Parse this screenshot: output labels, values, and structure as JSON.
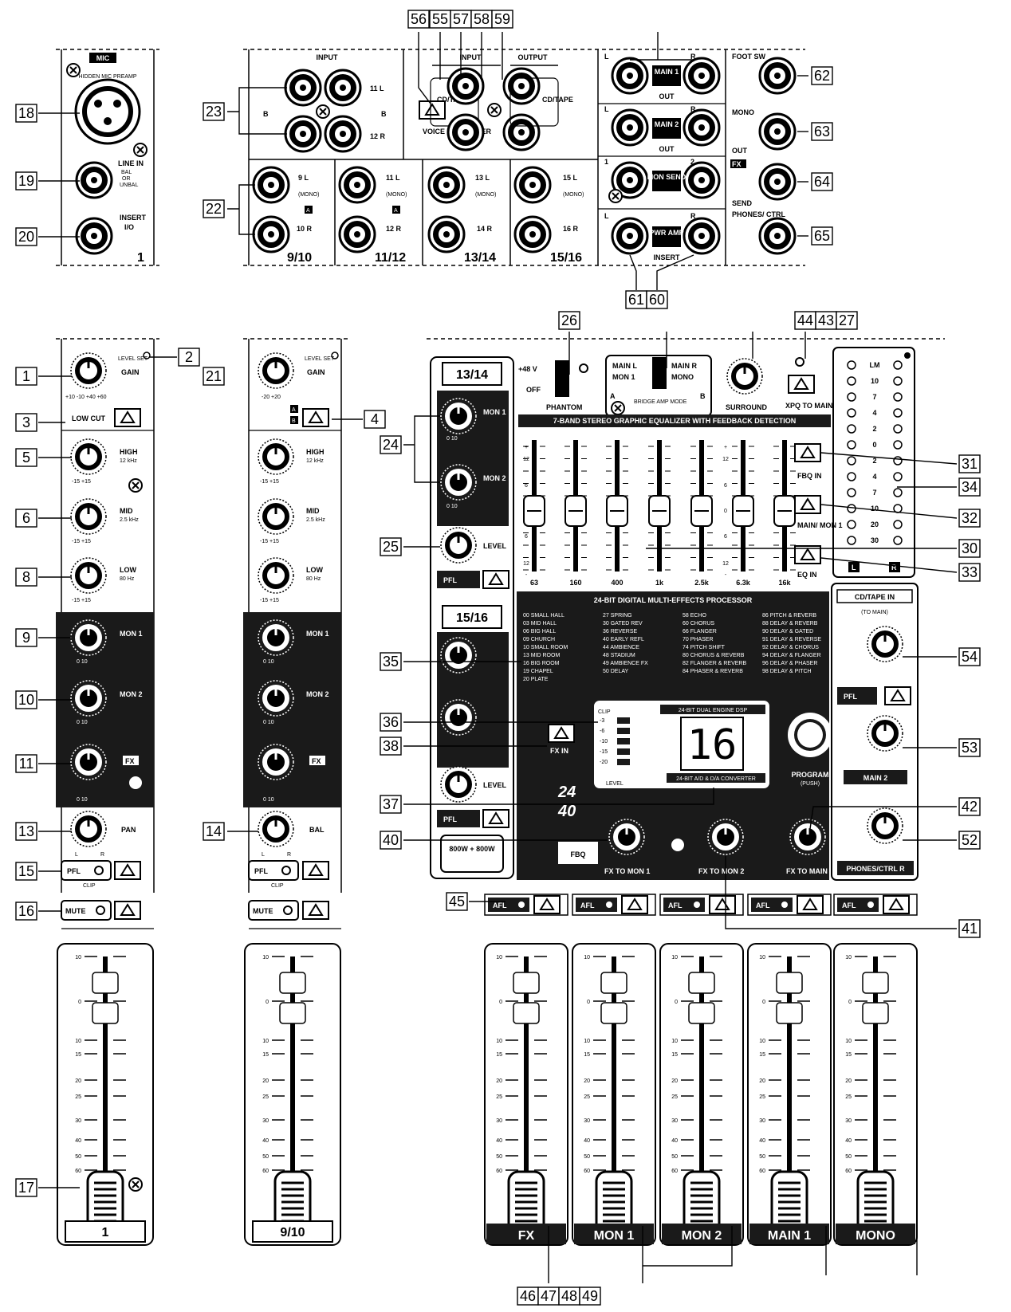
{
  "callouts": {
    "c1": "1",
    "c2": "2",
    "c3": "3",
    "c4": "4",
    "c5": "5",
    "c6": "6",
    "c8": "8",
    "c9": "9",
    "c10": "10",
    "c11": "11",
    "c13": "13",
    "c14": "14",
    "c15": "15",
    "c16": "16",
    "c17": "17",
    "c18": "18",
    "c19": "19",
    "c20": "20",
    "c21": "21",
    "c22": "22",
    "c23": "23",
    "c24": "24",
    "c25": "25",
    "c26": "26",
    "c27": "27",
    "c30": "30",
    "c31": "31",
    "c32": "32",
    "c33": "33",
    "c34": "34",
    "c35": "35",
    "c36": "36",
    "c37": "37",
    "c38": "38",
    "c40": "40",
    "c41": "41",
    "c42": "42",
    "c43": "43",
    "c44": "44",
    "c45": "45",
    "c46": "46",
    "c47": "47",
    "c48": "48",
    "c49": "49",
    "c52": "52",
    "c53": "53",
    "c54": "54",
    "c55": "55",
    "c56": "56",
    "c57": "57",
    "c58": "58",
    "c59": "59",
    "c60": "60",
    "c61": "61",
    "c62": "62",
    "c63": "63",
    "c64": "64",
    "c65": "65"
  },
  "rear_mic": {
    "mic": "MIC",
    "hidden_mic": "HIDDEN MIC PREAMP",
    "line_in": "LINE IN",
    "bal": "BAL",
    "or": "OR",
    "unbal": "UNBAL",
    "insert": "INSERT",
    "io": "I/O",
    "channel": "1"
  },
  "rear_inputs": {
    "input": "INPUT",
    "input2": "INPUT",
    "output": "OUTPUT",
    "cdtape": "CD/TAPE",
    "cdtape2": "CD/TAPE",
    "voice_canceller": "VOICE CANCELLER",
    "l11": "11 L",
    "r12": "12 R",
    "l9": "9 L",
    "r10": "10 R",
    "l11b": "11 L",
    "r12b": "12 R",
    "l13": "13 L",
    "r14": "14 R",
    "l15": "15 L",
    "r16": "16 R",
    "mono": "(MONO)",
    "b": "B",
    "a": "A",
    "ch910": "9/10",
    "ch1112": "11/12",
    "ch1314": "13/14",
    "ch1516": "15/16"
  },
  "rear_outputs": {
    "main1": "MAIN 1",
    "main2": "MAIN 2",
    "out": "OUT",
    "mon_send": "MON SEND",
    "pwr_amp": "PWR AMP",
    "insert": "INSERT",
    "foot_sw": "FOOT SW",
    "mono": "MONO",
    "out2": "OUT",
    "fx": "FX",
    "send": "SEND",
    "phones": "PHONES/ CTRL",
    "l": "L",
    "r": "R",
    "one": "1",
    "two": "2"
  },
  "mono_strip": {
    "level_set": "LEVEL SET",
    "gain": "GAIN",
    "gain_range": "+10 -10 +40 +60",
    "low_cut": "LOW CUT",
    "high": "HIGH",
    "high_freq": "12 kHz",
    "mid": "MID",
    "mid_freq": "2.5 kHz",
    "low": "LOW",
    "low_freq": "80 Hz",
    "eq_range": "-15   +15",
    "mon1": "MON 1",
    "mon2": "MON 2",
    "fx": "FX",
    "zero_ten": "0   10",
    "pan": "PAN",
    "l": "L",
    "r": "R",
    "pfl": "PFL",
    "clip": "CLIP",
    "mute": "MUTE",
    "channel": "1"
  },
  "stereo_strip": {
    "level_set": "LEVEL SET",
    "gain": "GAIN",
    "gain_range": "-20   +20",
    "a": "A",
    "b": "B",
    "high": "HIGH",
    "high_freq": "12 kHz",
    "mid": "MID",
    "mid_freq": "2.5 kHz",
    "low": "LOW",
    "low_freq": "80 Hz",
    "eq_range": "-15   +15",
    "mon1": "MON 1",
    "mon2": "MON 2",
    "fx": "FX",
    "zero_ten": "0   10",
    "bal": "BAL",
    "l": "L",
    "r": "R",
    "pfl": "PFL",
    "clip": "CLIP",
    "mute": "MUTE",
    "channel": "9/10"
  },
  "fader_scale": [
    "10",
    "0",
    "10",
    "15",
    "20",
    "25",
    "30",
    "40",
    "50",
    "60"
  ],
  "main_section": {
    "ch1314": "13/14",
    "ch1516": "15/16",
    "mon1": "MON 1",
    "mon2": "MON 2",
    "level": "LEVEL",
    "pfl": "PFL",
    "zero_ten": "0   10",
    "phantom_on": "+48 V",
    "phantom_off": "OFF",
    "phantom": "PHANTOM",
    "main_l": "MAIN L",
    "main_r": "MAIN R",
    "mon_1": "MON 1",
    "mono": "MONO",
    "a": "A",
    "b": "B",
    "bridge": "BRIDGE AMP MODE",
    "surround": "SURROUND",
    "xpq": "XPQ TO MAIN",
    "geq_title": "7-BAND STEREO GRAPHIC EQUALIZER WITH FEEDBACK DETECTION",
    "geq_bands": [
      "63",
      "160",
      "400",
      "1k",
      "2.5k",
      "6.3k",
      "16k"
    ],
    "geq_scale": [
      "+",
      "12",
      "6",
      "0",
      "6",
      "12",
      "-"
    ],
    "fbq_in": "FBQ IN",
    "main_mon1": "MAIN/ MON 1",
    "eq_in": "EQ IN",
    "meter_labels": [
      "LM",
      "10",
      "7",
      "4",
      "2",
      "0",
      "2",
      "4",
      "7",
      "10",
      "20",
      "30"
    ],
    "meter_l": "L",
    "meter_r": "R",
    "fx_title": "24-BIT DIGITAL MULTI-EFFECTS PROCESSOR",
    "presets_col1": [
      "00 SMALL HALL",
      "03 MID HALL",
      "06 BIG HALL",
      "09 CHURCH",
      "10 SMALL ROOM",
      "13 MID ROOM",
      "16 BIG ROOM",
      "19 CHAPEL",
      "20 PLATE"
    ],
    "presets_col2": [
      "27 SPRING",
      "30 GATED REV",
      "36 REVERSE",
      "40 EARLY REFL",
      "44 AMBIENCE",
      "48 STADIUM",
      "49 AMBIENCE FX",
      "50 DELAY"
    ],
    "presets_col3": [
      "58 ECHO",
      "60 CHORUS",
      "66 FLANGER",
      "70 PHASER",
      "74 PITCH SHIFT",
      "80 CHORUS & REVERB",
      "82 FLANGER & REVERB",
      "84 PHASER & REVERB"
    ],
    "presets_col4": [
      "86 PITCH & REVERB",
      "88 DELAY & REVERB",
      "90 DELAY & GATED",
      "91 DELAY & REVERSE",
      "92 DELAY & CHORUS",
      "94 DELAY & FLANGER",
      "96 DELAY & PHASER",
      "98 DELAY & PITCH"
    ],
    "dsp_title": "24-BIT DUAL ENGINE DSP",
    "display": "16",
    "converter": "24-BIT A/D & D/A CONVERTER",
    "clip": "CLIP",
    "meter_fx": [
      "-3",
      "-6",
      "-10",
      "-15",
      "-20"
    ],
    "level2": "LEVEL",
    "fx_in": "FX IN",
    "program": "PROGRAM",
    "push": "(PUSH)",
    "bits24": "24",
    "bits40": "40",
    "power": "800W + 800W",
    "fbq": "FBQ",
    "fx_to_mon1": "FX TO MON 1",
    "fx_to_mon2": "FX TO MON 2",
    "fx_to_main": "FX TO MAIN",
    "cd_tape_in": "CD/TAPE IN",
    "to_main": "(TO MAIN)",
    "main2": "MAIN 2",
    "phones_ctrl": "PHONES/CTRL R",
    "afl": "AFL",
    "master_faders": [
      "FX",
      "MON 1",
      "MON 2",
      "MAIN 1",
      "MONO"
    ]
  },
  "colors": {
    "ink": "#000000",
    "paper": "#ffffff",
    "panel_dark": "#1a1a1a"
  }
}
